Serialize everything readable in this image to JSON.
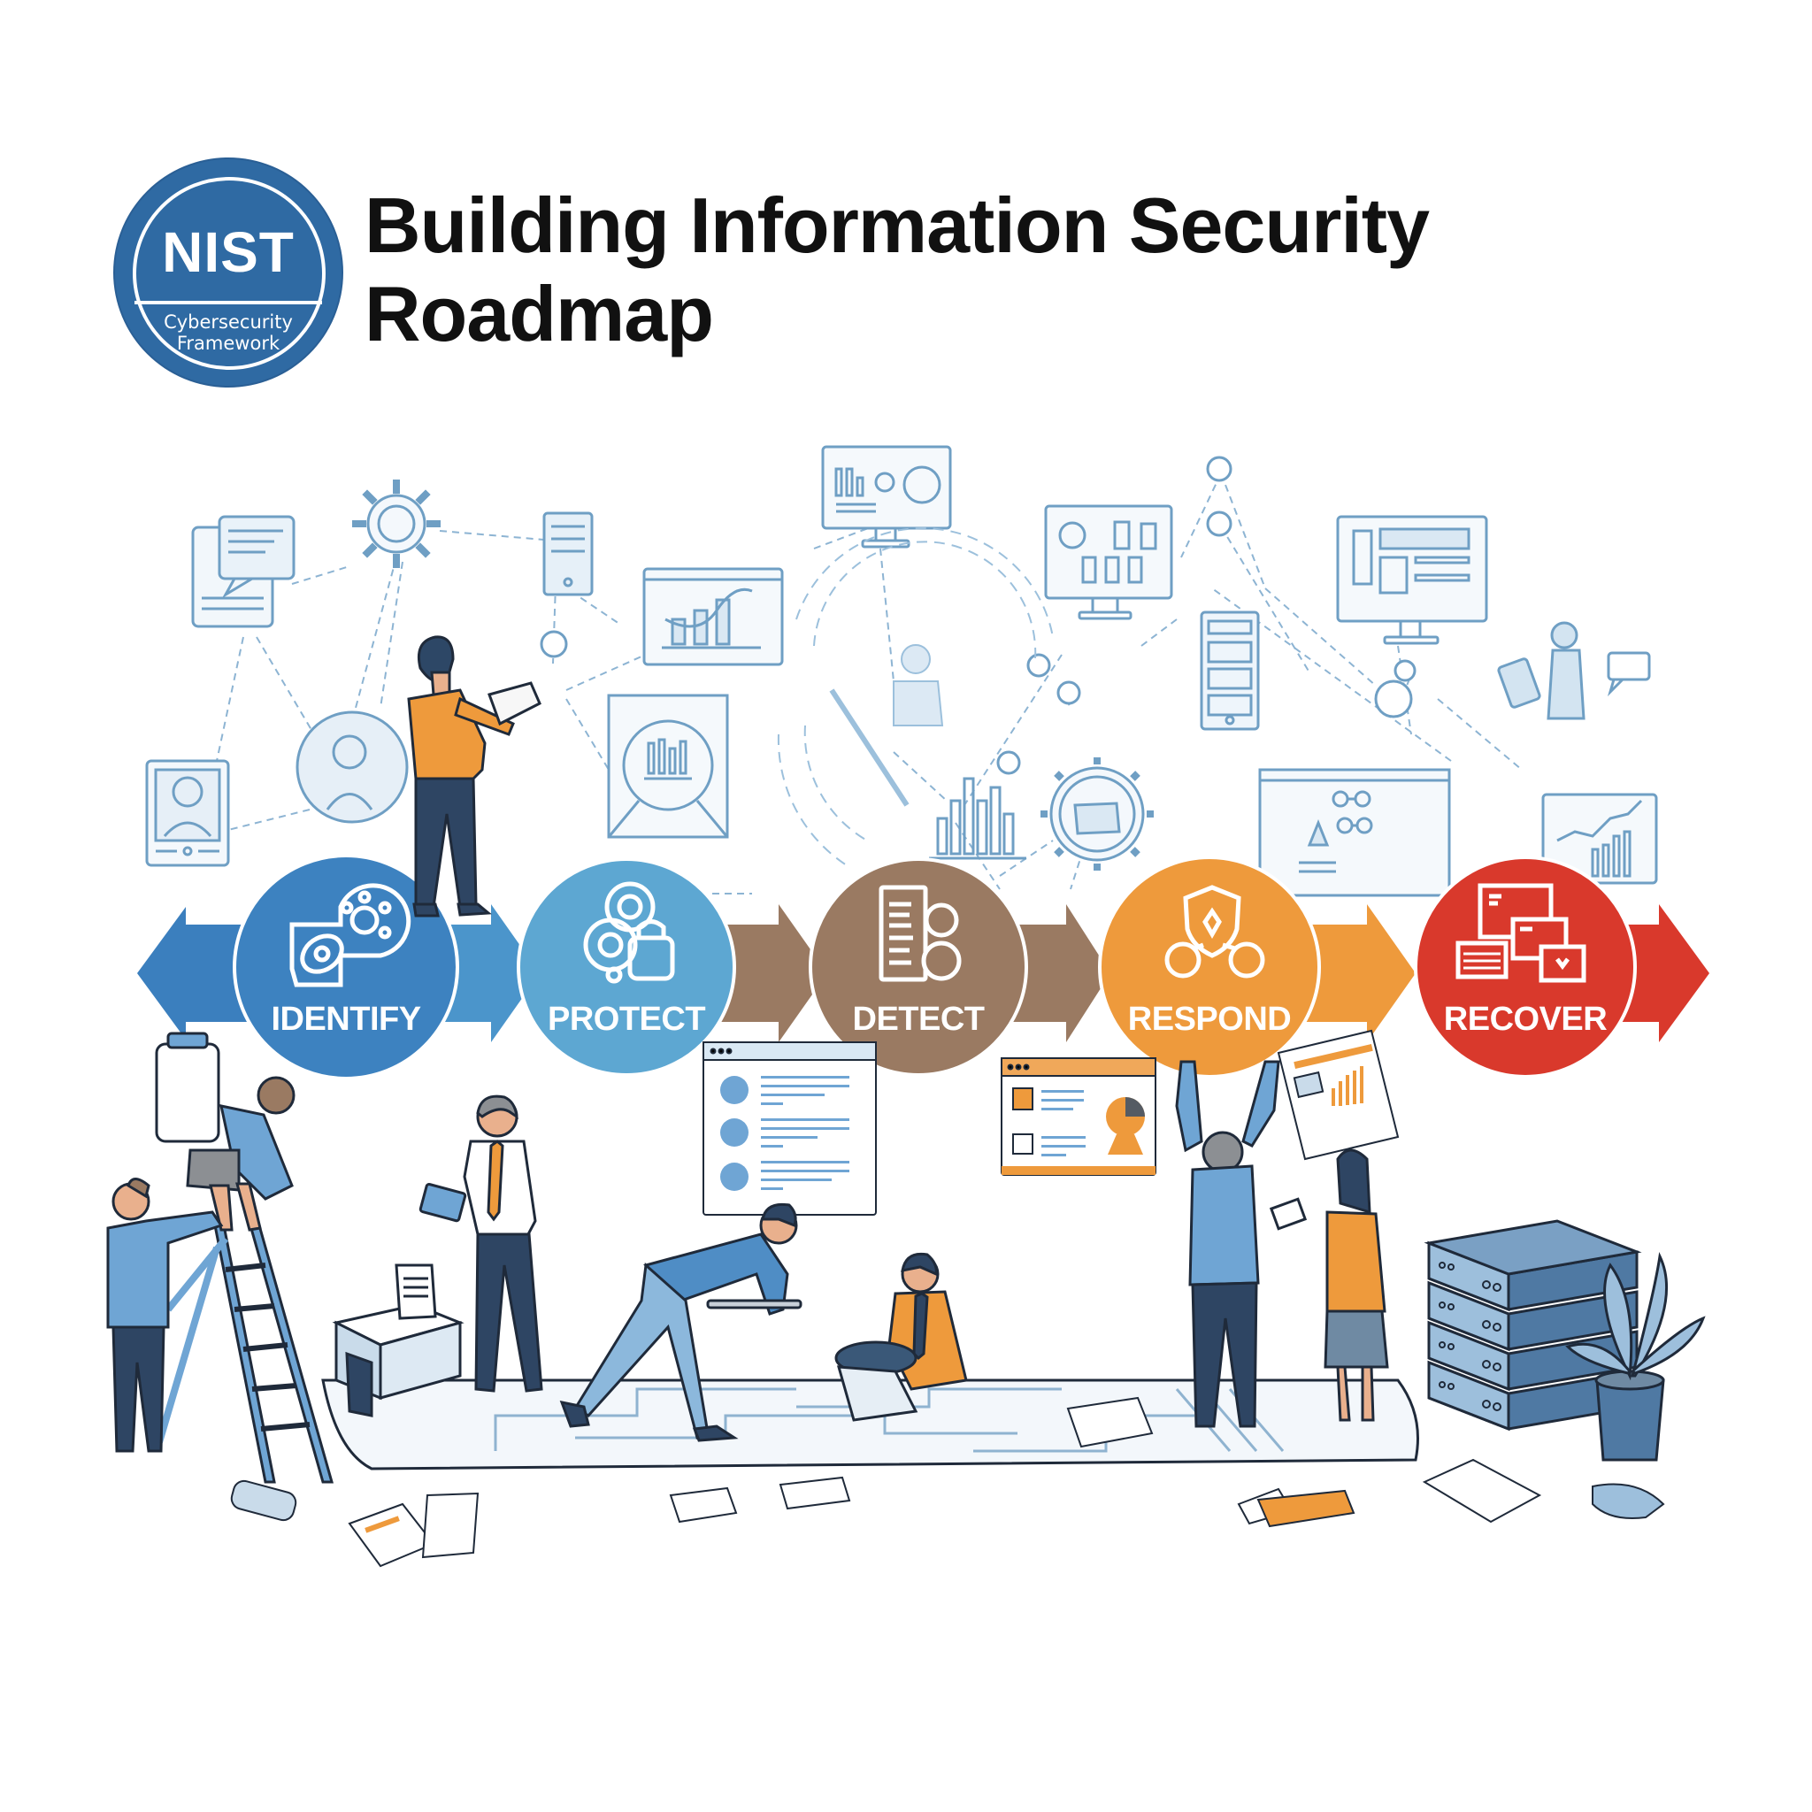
{
  "logo": {
    "acronym": "NIST",
    "subtitle_line1": "Cybersecurity",
    "subtitle_line2": "Framework",
    "color": "#2f6aa3"
  },
  "header": {
    "title_line1": "Building Information Security",
    "title_line2": "Roadmap"
  },
  "roadmap": {
    "stages": [
      {
        "label": "IDENTIFY",
        "color": "#3d82c0",
        "icon": "asset-discovery-icon"
      },
      {
        "label": "PROTECT",
        "color": "#5da7d2",
        "icon": "gears-lock-icon"
      },
      {
        "label": "DETECT",
        "color": "#9a7a62",
        "icon": "document-scan-icon"
      },
      {
        "label": "RESPOND",
        "color": "#ee9a3c",
        "icon": "shield-network-icon"
      },
      {
        "label": "RECOVER",
        "color": "#d9392c",
        "icon": "restore-windows-icon"
      }
    ]
  },
  "illustration": {
    "top_network": [
      "document-chat",
      "gear",
      "server-tower",
      "dashboard-chart",
      "monitor-analytics",
      "monitor-apps",
      "monitor-dashboard",
      "phone-server",
      "radar-person",
      "bar-chart",
      "gear-server",
      "person-tablet",
      "chat-bubble",
      "flowchart-board",
      "trend-chart-board",
      "target-chart",
      "profile-card",
      "avatar-badge"
    ],
    "bottom_scene": [
      "ladder-team",
      "manager-tablet",
      "shredder",
      "engineer-wrench",
      "analyst-laptop",
      "browser-profiles",
      "browser-report",
      "team-celebrate",
      "woman-clipboard",
      "hanging-report",
      "server-stack",
      "potted-plant",
      "scattered-documents"
    ]
  }
}
